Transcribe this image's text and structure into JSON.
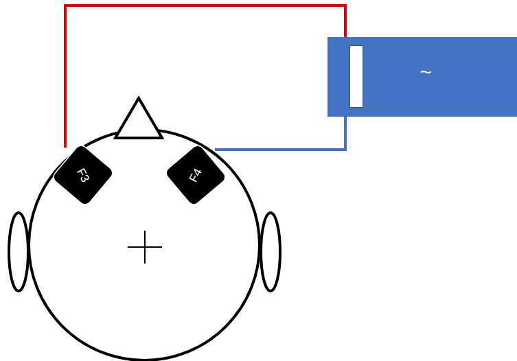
{
  "diagram": {
    "nodes": [
      {
        "text": [
          "F3"
        ]
      },
      {
        "text": [
          "F4"
        ]
      },
      {
        "text": [
          "~"
        ]
      }
    ],
    "edges": [
      {
        "from": 0,
        "to": 2,
        "arrow": "none"
      },
      {
        "from": 1,
        "to": 2,
        "arrow": "none"
      }
    ]
  }
}
